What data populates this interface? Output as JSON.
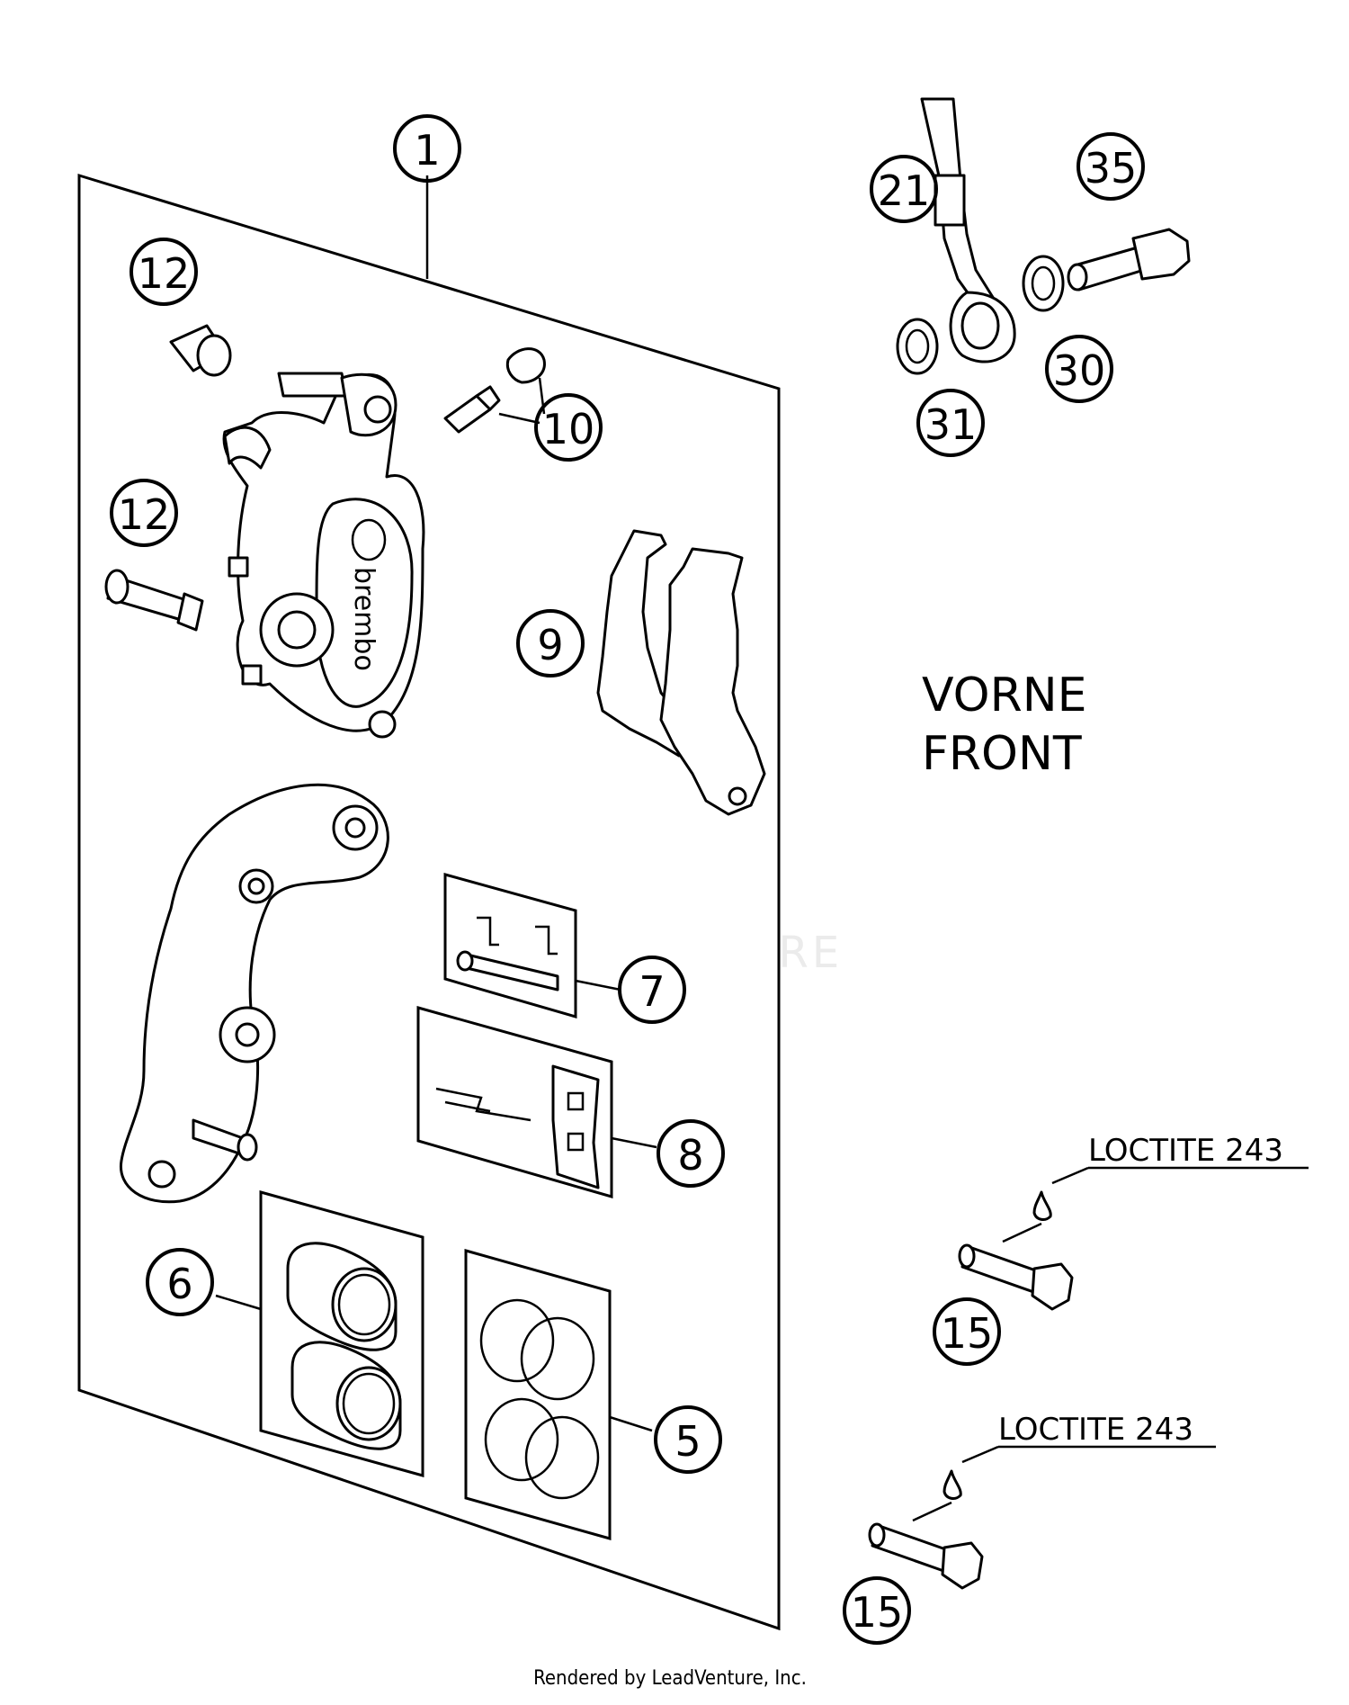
{
  "callouts": {
    "c1": "1",
    "c5": "5",
    "c6": "6",
    "c7": "7",
    "c8": "8",
    "c9": "9",
    "c10": "10",
    "c12a": "12",
    "c12b": "12",
    "c15a": "15",
    "c15b": "15",
    "c21": "21",
    "c30": "30",
    "c31": "31",
    "c35": "35"
  },
  "labels": {
    "vorne": "VORNE",
    "front": "FRONT",
    "loctite_a": "LOCTITE 243",
    "loctite_b": "LOCTITE 243",
    "caliper_brand": "brembo"
  },
  "watermark": "LEADVENTURE",
  "footer": "Rendered by LeadVenture, Inc."
}
